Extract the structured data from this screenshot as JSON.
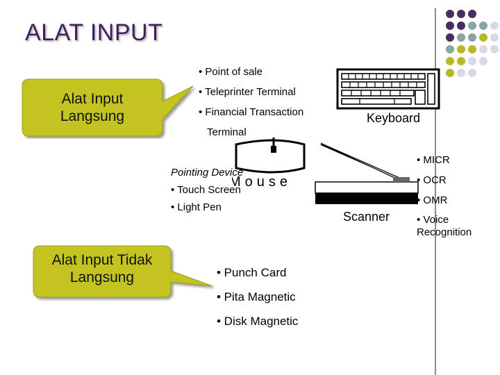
{
  "slide": {
    "title": "ALAT INPUT",
    "colors": {
      "title": "#3f1f5e",
      "callout_fill": "#c3c322",
      "dot_purple": "#4b2c5e",
      "dot_teal": "#8aa5a5",
      "dot_olive": "#b8b827",
      "dot_light": "#d8d8e6"
    }
  },
  "callouts": {
    "direct": {
      "line1": "Alat Input",
      "line2": "Langsung"
    },
    "indirect": {
      "line1": "Alat Input Tidak",
      "line2": "Langsung"
    }
  },
  "direct_list": {
    "pos": "• Point of sale",
    "teleprinter": "• Teleprinter Terminal",
    "financial_1": "• Financial Transaction",
    "financial_2": "Terminal"
  },
  "pointing_list": {
    "pointing": "Pointing Device",
    "touch": "• Touch Screen",
    "light_pen": "• Light Pen"
  },
  "recognition_list": {
    "micr": "• MICR",
    "ocr": "• OCR",
    "omr": "• OMR",
    "voice_1": "• Voice",
    "voice_2": "Recognition"
  },
  "indirect_list": {
    "punch": "• Punch Card",
    "pita": "• Pita Magnetic",
    "disk": "• Disk Magnetic"
  },
  "pictures": {
    "keyboard_label": "Keyboard",
    "mouse_label": "Mouse",
    "scanner_label": "Scanner"
  }
}
